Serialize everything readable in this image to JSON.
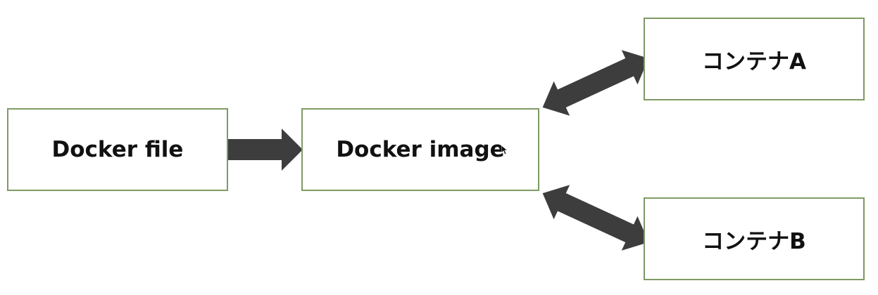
{
  "diagram": {
    "nodes": [
      {
        "id": "dockerfile",
        "label": "Docker file"
      },
      {
        "id": "image",
        "label": "Docker image"
      },
      {
        "id": "container_a",
        "label": "コンテナA"
      },
      {
        "id": "container_b",
        "label": "コンテナB"
      }
    ],
    "edges": [
      {
        "from": "dockerfile",
        "to": "image",
        "direction": "one-way"
      },
      {
        "from": "image",
        "to": "container_a",
        "direction": "two-way"
      },
      {
        "from": "image",
        "to": "container_b",
        "direction": "two-way"
      }
    ]
  },
  "colors": {
    "arrow_fill": "#3d3d3d",
    "node_border": "#7f9a65",
    "label_text": "#111111"
  }
}
